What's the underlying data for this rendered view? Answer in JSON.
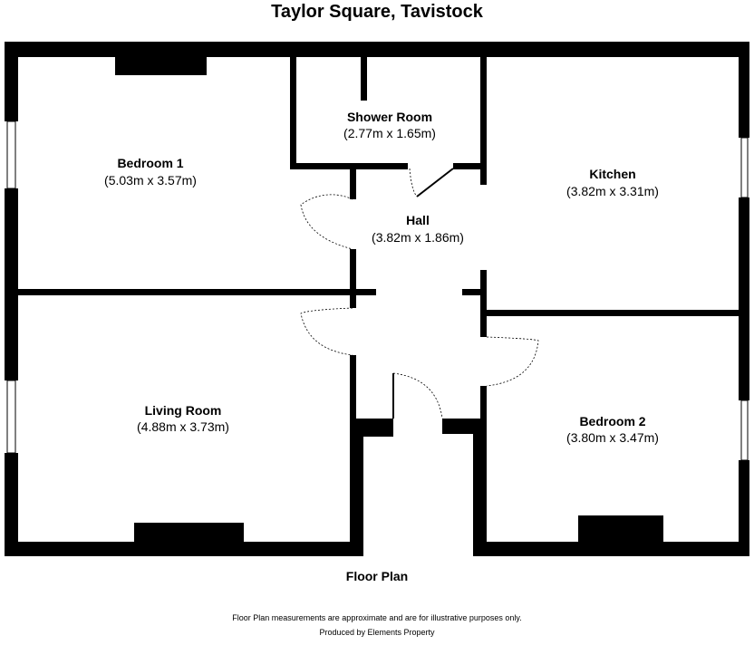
{
  "title": "Taylor Square, Tavistock",
  "rooms": {
    "bedroom1": {
      "name": "Bedroom 1",
      "dims": "(5.03m x 3.57m)"
    },
    "shower": {
      "name": "Shower Room",
      "dims": "(2.77m x 1.65m)"
    },
    "kitchen": {
      "name": "Kitchen",
      "dims": "(3.82m x 3.31m)"
    },
    "hall": {
      "name": "Hall",
      "dims": "(3.82m x 1.86m)"
    },
    "living": {
      "name": "Living Room",
      "dims": "(4.88m x 3.73m)"
    },
    "bedroom2": {
      "name": "Bedroom 2",
      "dims": "(3.80m x 3.47m)"
    }
  },
  "plan_label": "Floor Plan",
  "footer": {
    "disclaimer": "Floor Plan measurements are approximate and are for illustrative purposes only.",
    "producer": "Produced by Elements Property"
  }
}
